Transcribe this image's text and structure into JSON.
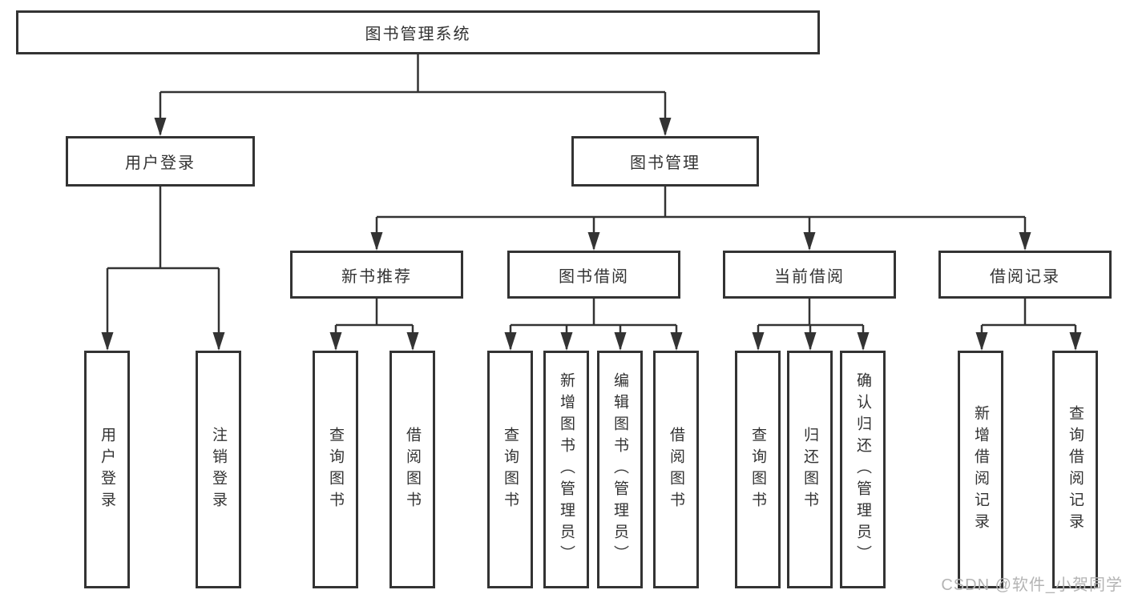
{
  "diagram": {
    "watermark": "CSDN @软件_小贺同学",
    "colors": {
      "line": "#333333",
      "border": "#333333",
      "background": "#ffffff",
      "text": "#333333",
      "watermark": "#b4b4b4"
    },
    "root": {
      "label": "图书管理系统"
    },
    "branches": [
      {
        "label": "用户登录",
        "children": [
          {
            "label": "用户登录"
          },
          {
            "label": "注销登录"
          }
        ]
      },
      {
        "label": "图书管理",
        "children": [
          {
            "label": "新书推荐",
            "children": [
              {
                "label": "查询图书"
              },
              {
                "label": "借阅图书"
              }
            ]
          },
          {
            "label": "图书借阅",
            "children": [
              {
                "label": "查询图书"
              },
              {
                "label": "新增图书（管理员）"
              },
              {
                "label": "编辑图书（管理员）"
              },
              {
                "label": "借阅图书"
              }
            ]
          },
          {
            "label": "当前借阅",
            "children": [
              {
                "label": "查询图书"
              },
              {
                "label": "归还图书"
              },
              {
                "label": "确认归还（管理员）"
              }
            ]
          },
          {
            "label": "借阅记录",
            "children": [
              {
                "label": "新增借阅记录"
              },
              {
                "label": "查询借阅记录"
              }
            ]
          }
        ]
      }
    ]
  }
}
